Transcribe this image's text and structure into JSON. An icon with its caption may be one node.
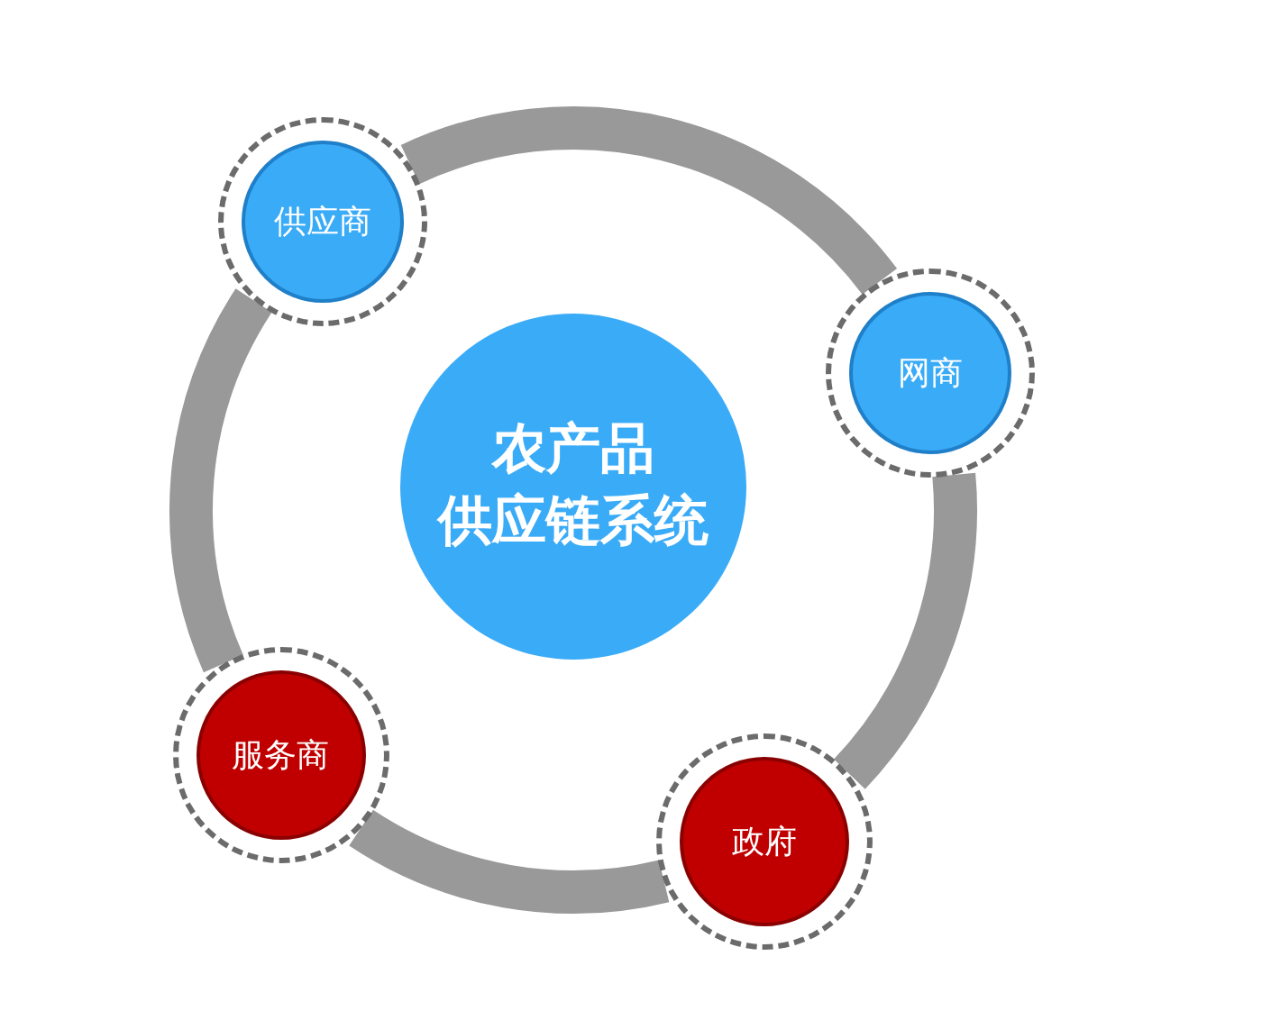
{
  "diagram": {
    "nodes": [
      {
        "text": [
          "农产品供应链系统"
        ]
      },
      {
        "text": [
          "供应商"
        ]
      },
      {
        "text": [
          "网商"
        ]
      },
      {
        "text": [
          "政府"
        ]
      },
      {
        "text": [
          "服务商"
        ]
      }
    ],
    "edges": [
      {
        "from": 1,
        "to": 2,
        "arrow": "none"
      },
      {
        "from": 2,
        "to": 3,
        "arrow": "none"
      },
      {
        "from": 3,
        "to": 4,
        "arrow": "none"
      },
      {
        "from": 4,
        "to": 1,
        "arrow": "none"
      }
    ]
  }
}
